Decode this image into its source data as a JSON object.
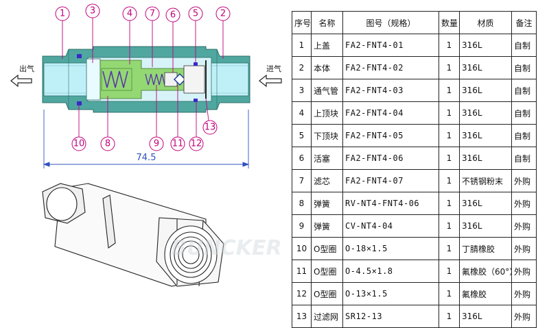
{
  "drawing": {
    "callouts": [
      "1",
      "2",
      "3",
      "4",
      "5",
      "6",
      "7",
      "8",
      "9",
      "10",
      "11",
      "12",
      "13"
    ],
    "dimension": "74.5",
    "outlet_label": "出气",
    "inlet_label": "进气",
    "watermark": "BUNCKER"
  },
  "table": {
    "headers": [
      "序号",
      "名称",
      "图号（规格）",
      "数量",
      "材质",
      "备注"
    ],
    "rows": [
      {
        "no": "1",
        "name": "上盖",
        "code": "FA2-FNT4-01",
        "qty": "1",
        "material": "316L",
        "note": "自制"
      },
      {
        "no": "2",
        "name": "本体",
        "code": "FA2-FNT4-02",
        "qty": "1",
        "material": "316L",
        "note": "自制"
      },
      {
        "no": "3",
        "name": "通气管",
        "code": "FA2-FNT4-03",
        "qty": "1",
        "material": "316L",
        "note": "自制"
      },
      {
        "no": "4",
        "name": "上顶块",
        "code": "FA2-FNT4-04",
        "qty": "1",
        "material": "316L",
        "note": "自制"
      },
      {
        "no": "5",
        "name": "下顶块",
        "code": "FA2-FNT4-05",
        "qty": "1",
        "material": "316L",
        "note": "自制"
      },
      {
        "no": "6",
        "name": "活塞",
        "code": "FA2-FNT4-06",
        "qty": "1",
        "material": "316L",
        "note": "自制"
      },
      {
        "no": "7",
        "name": "滤芯",
        "code": "FA2-FNT4-07",
        "qty": "1",
        "material": "不锈钢粉末",
        "note": "外购"
      },
      {
        "no": "8",
        "name": "弹簧",
        "code": "RV-NT4-FNT4-06",
        "qty": "1",
        "material": "316L",
        "note": "外购"
      },
      {
        "no": "9",
        "name": "弹簧",
        "code": "CV-NT4-04",
        "qty": "1",
        "material": "316L",
        "note": "外购"
      },
      {
        "no": "10",
        "name": "O型圈",
        "code": "O-18×1.5",
        "qty": "1",
        "material": "丁腈橡胶",
        "note": "外购"
      },
      {
        "no": "11",
        "name": "O型圈",
        "code": "O-4.5×1.8",
        "qty": "1",
        "material": "氟橡胶（60°）",
        "note": "外购"
      },
      {
        "no": "12",
        "name": "O型圈",
        "code": "O-13×1.5",
        "qty": "1",
        "material": "氟橡胶",
        "note": "外购"
      },
      {
        "no": "13",
        "name": "过滤网",
        "code": "SR12-13",
        "qty": "1",
        "material": "316L",
        "note": "外购"
      }
    ]
  },
  "colors": {
    "callout": "#c0007a",
    "dimension": "#3050c0",
    "body_teal": "#4fa7a0",
    "top_block_green": "#93d873",
    "bore_cyan": "#bff0f8"
  }
}
